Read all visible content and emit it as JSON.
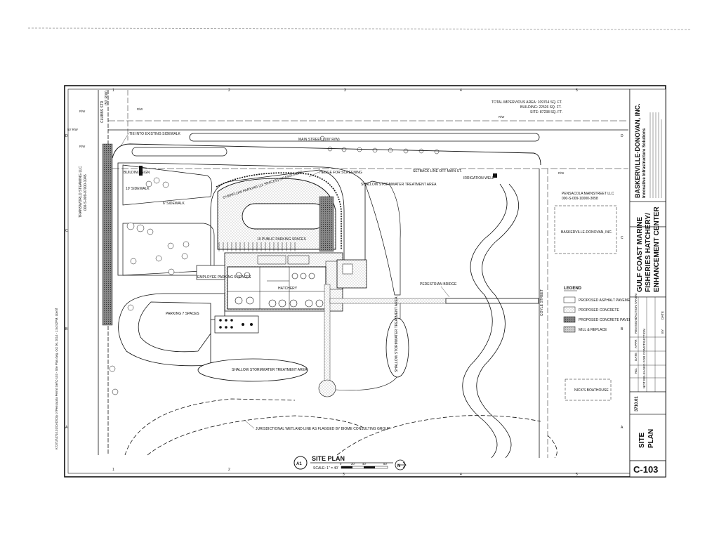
{
  "impervious": {
    "total": "TOTAL IMPERVIOUS AREA: 109764 SQ. FT.",
    "building": "BUILDING: 22526 SQ. FT.",
    "site": "SITE: 87238 SQ. FT."
  },
  "streets": {
    "clubbs": "CLUBBS STR",
    "clubbs_row": "(50' R/W)",
    "main": "MAIN STREET (100' R/W)",
    "coyle": "COYLE STREET",
    "rw_label": "R/W",
    "rw_left": "50' R/W"
  },
  "labels": {
    "tie_in": "TIE INTO EXISTING SIDEWALK",
    "building_sign": "BUILDING SIGN",
    "sidewalk_10": "10' SIDEWALK",
    "sidewalk_6": "6' SIDEWALK",
    "hedge": "HEDGE FOR SCREENING",
    "setback": "SETBACK LINE OFF MAIN ST.",
    "overflow_parking": "OVERFLOW PARKING (11 SPACES) GRASSCRETE",
    "public_parking": "19 PUBLIC PARKING SPACES",
    "shallow_top": "SHALLOW STORMWATER TREATMENT AREA",
    "irrigation": "IRRIGATION WELL",
    "employee_parking": "EMPLOYEE PARKING 5 SPACES",
    "hatchery": "HATCHERY",
    "parking_7": "PARKING 7 SPACES",
    "pedestrian_bridge": "PEDESTRIAN BRIDGE",
    "shallow_bottom": "SHALLOW STORMWATER TREATMENT AREA",
    "shallow_middle": "SHALLOW STORMWATER TREATMENT AREA",
    "wetland": "JURISDICTIONAL WETLAND LINE AS FLAGGED BY BIOME CONSULTING GROUP",
    "pensacola_owner": "PENSACOLA MAINSTREET LLC",
    "pensacola_parcel": "000-S-009-10000-3058",
    "baskerville_parcel": "BASKERVILLE-DONOVAN, INC.",
    "nicks": "NICK'S BOATHOUSE",
    "transworld_owner": "TRANSWORLD STEAMING LLC",
    "transworld_parcel": "000-S-009-07000-1045",
    "file_path": "K:\\3710\\3710.01\\CAD\\City of Pensacola Permit Set\\C-103 - Site Plan.dwg, Oct 06, 2014 - 1:54:52PM, dcertif"
  },
  "legend": {
    "title": "LEGEND",
    "items": [
      {
        "label": "PROPOSED ASPHALT PAVEMENT",
        "fill": "#ffffff"
      },
      {
        "label": "PROPOSED CONCRETE",
        "fill": "#e6e6e6"
      },
      {
        "label": "PROPOSED CONCRETE PAVERS",
        "fill": "#555555"
      },
      {
        "label": "MILL & REPLACE",
        "fill": "#b5b5b5"
      }
    ]
  },
  "plan_title": {
    "badge": "A1",
    "title": "SITE PLAN",
    "scale": "SCALE: 1\" = 40'",
    "scale_ticks": [
      "0",
      "20'",
      "40'",
      "80'"
    ],
    "north": "N"
  },
  "grid": {
    "columns": [
      "1",
      "2",
      "3",
      "4",
      "5"
    ],
    "rows": [
      "D",
      "C",
      "B",
      "A"
    ]
  },
  "title_block": {
    "company": "BASKERVILLE-DONOVAN, INC.",
    "tagline": "Innovative Infrastructure Solutions",
    "project_line1": "GULF COAST MARINE",
    "project_line2": "FISHERIES HATCHERY/",
    "project_line3": "ENHANCEMENT CENTER",
    "revision_header": "REVISION/ACTION TAKEN",
    "revision_row": "NOT RELEASED FOR CONSTRUCTION",
    "rev_cols": [
      "NO.",
      "DATE",
      "APPR",
      "BY",
      "DATE"
    ],
    "project_no": "3710.01",
    "sheet_title_1": "SITE",
    "sheet_title_2": "PLAN",
    "sheet_number": "C-103"
  }
}
